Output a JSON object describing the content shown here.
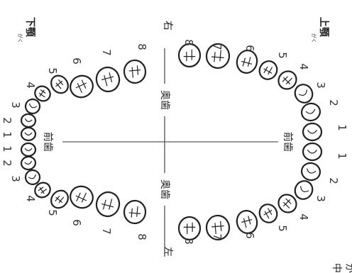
{
  "jaws": {
    "upper": {
      "label": "上顎",
      "ruby": "がく"
    },
    "lower": {
      "label": "下顎",
      "ruby": "がく"
    }
  },
  "sides": {
    "right": "右",
    "left": "左"
  },
  "regions": {
    "posterior": "奥歯",
    "anterior": "前歯"
  },
  "tooth_numbers": [
    "1",
    "2",
    "3",
    "4",
    "5",
    "6",
    "7",
    "8"
  ],
  "cut_off_text": [
    "か",
    "中"
  ]
}
